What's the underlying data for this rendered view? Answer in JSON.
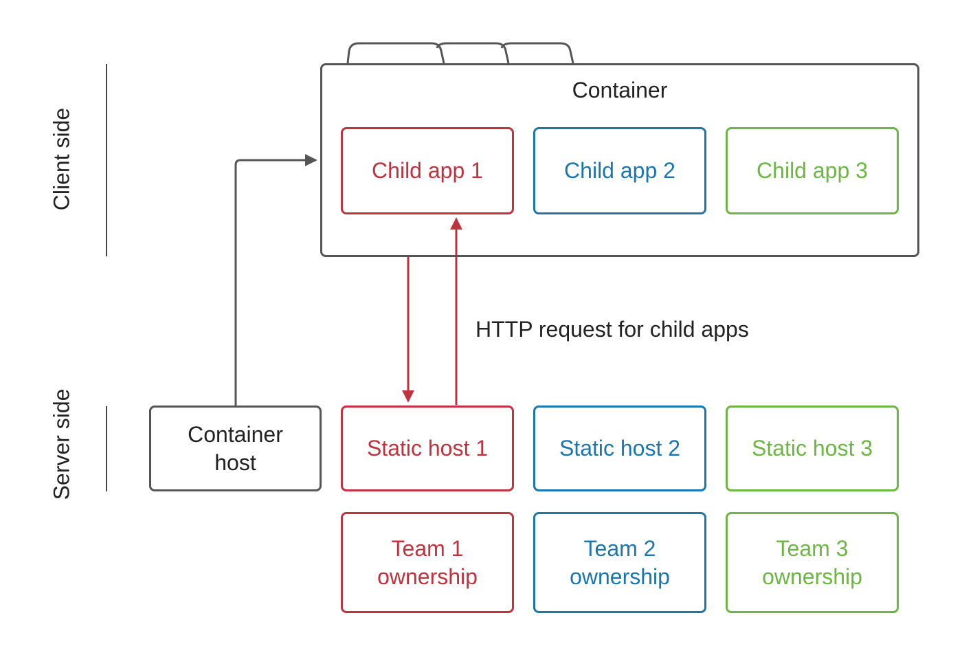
{
  "labels": {
    "client_side": "Client side",
    "server_side": "Server side",
    "container": "Container",
    "http_request": "HTTP request for child apps"
  },
  "child_apps": [
    "Child app 1",
    "Child app 2",
    "Child app 3"
  ],
  "container_host": "Container\nhost",
  "static_hosts": [
    "Static host 1",
    "Static host 2",
    "Static host 3"
  ],
  "teams": [
    "Team 1\nownership",
    "Team 2\nownership",
    "Team 3\nownership"
  ],
  "colors": {
    "team1": "#c0323e",
    "team2": "#1b76ad",
    "team3": "#6db544",
    "neutral": "#555555"
  }
}
